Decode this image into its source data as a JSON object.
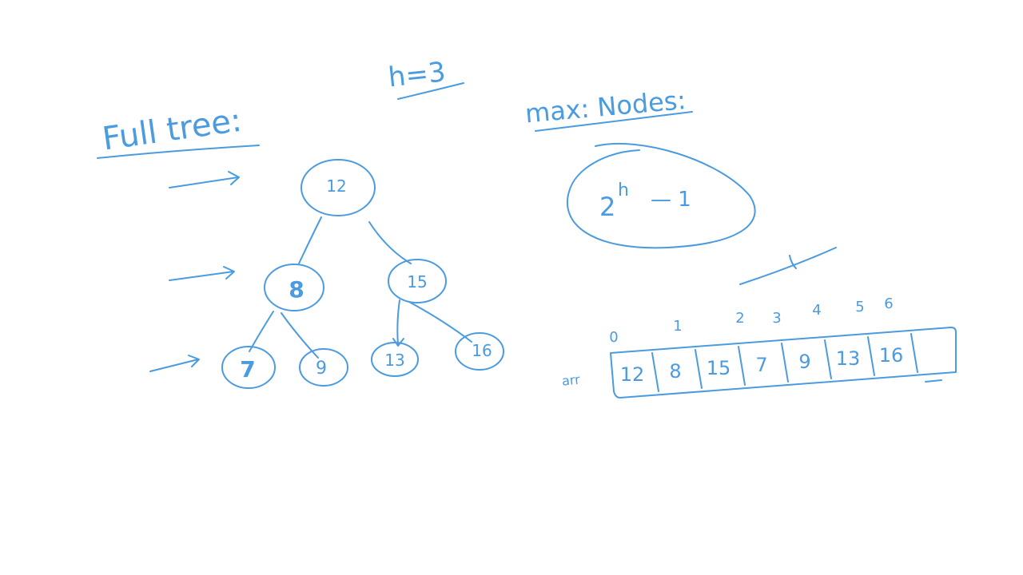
{
  "ink_color": "#4a9be0",
  "height_label": "h=3",
  "title": "Full tree:",
  "max_nodes_label": "max: Nodes:",
  "formula": {
    "base": "2",
    "exponent": "h",
    "suffix": "— 1"
  },
  "tree": {
    "root": "12",
    "level1": [
      "8",
      "15"
    ],
    "level2": [
      "7",
      "9",
      "13",
      "16"
    ]
  },
  "array": {
    "name": "arr",
    "indices": [
      "0",
      "1",
      "2",
      "3",
      "4",
      "5",
      "6"
    ],
    "values": [
      "12",
      "8",
      "15",
      "7",
      "9",
      "13",
      "16",
      ""
    ]
  }
}
